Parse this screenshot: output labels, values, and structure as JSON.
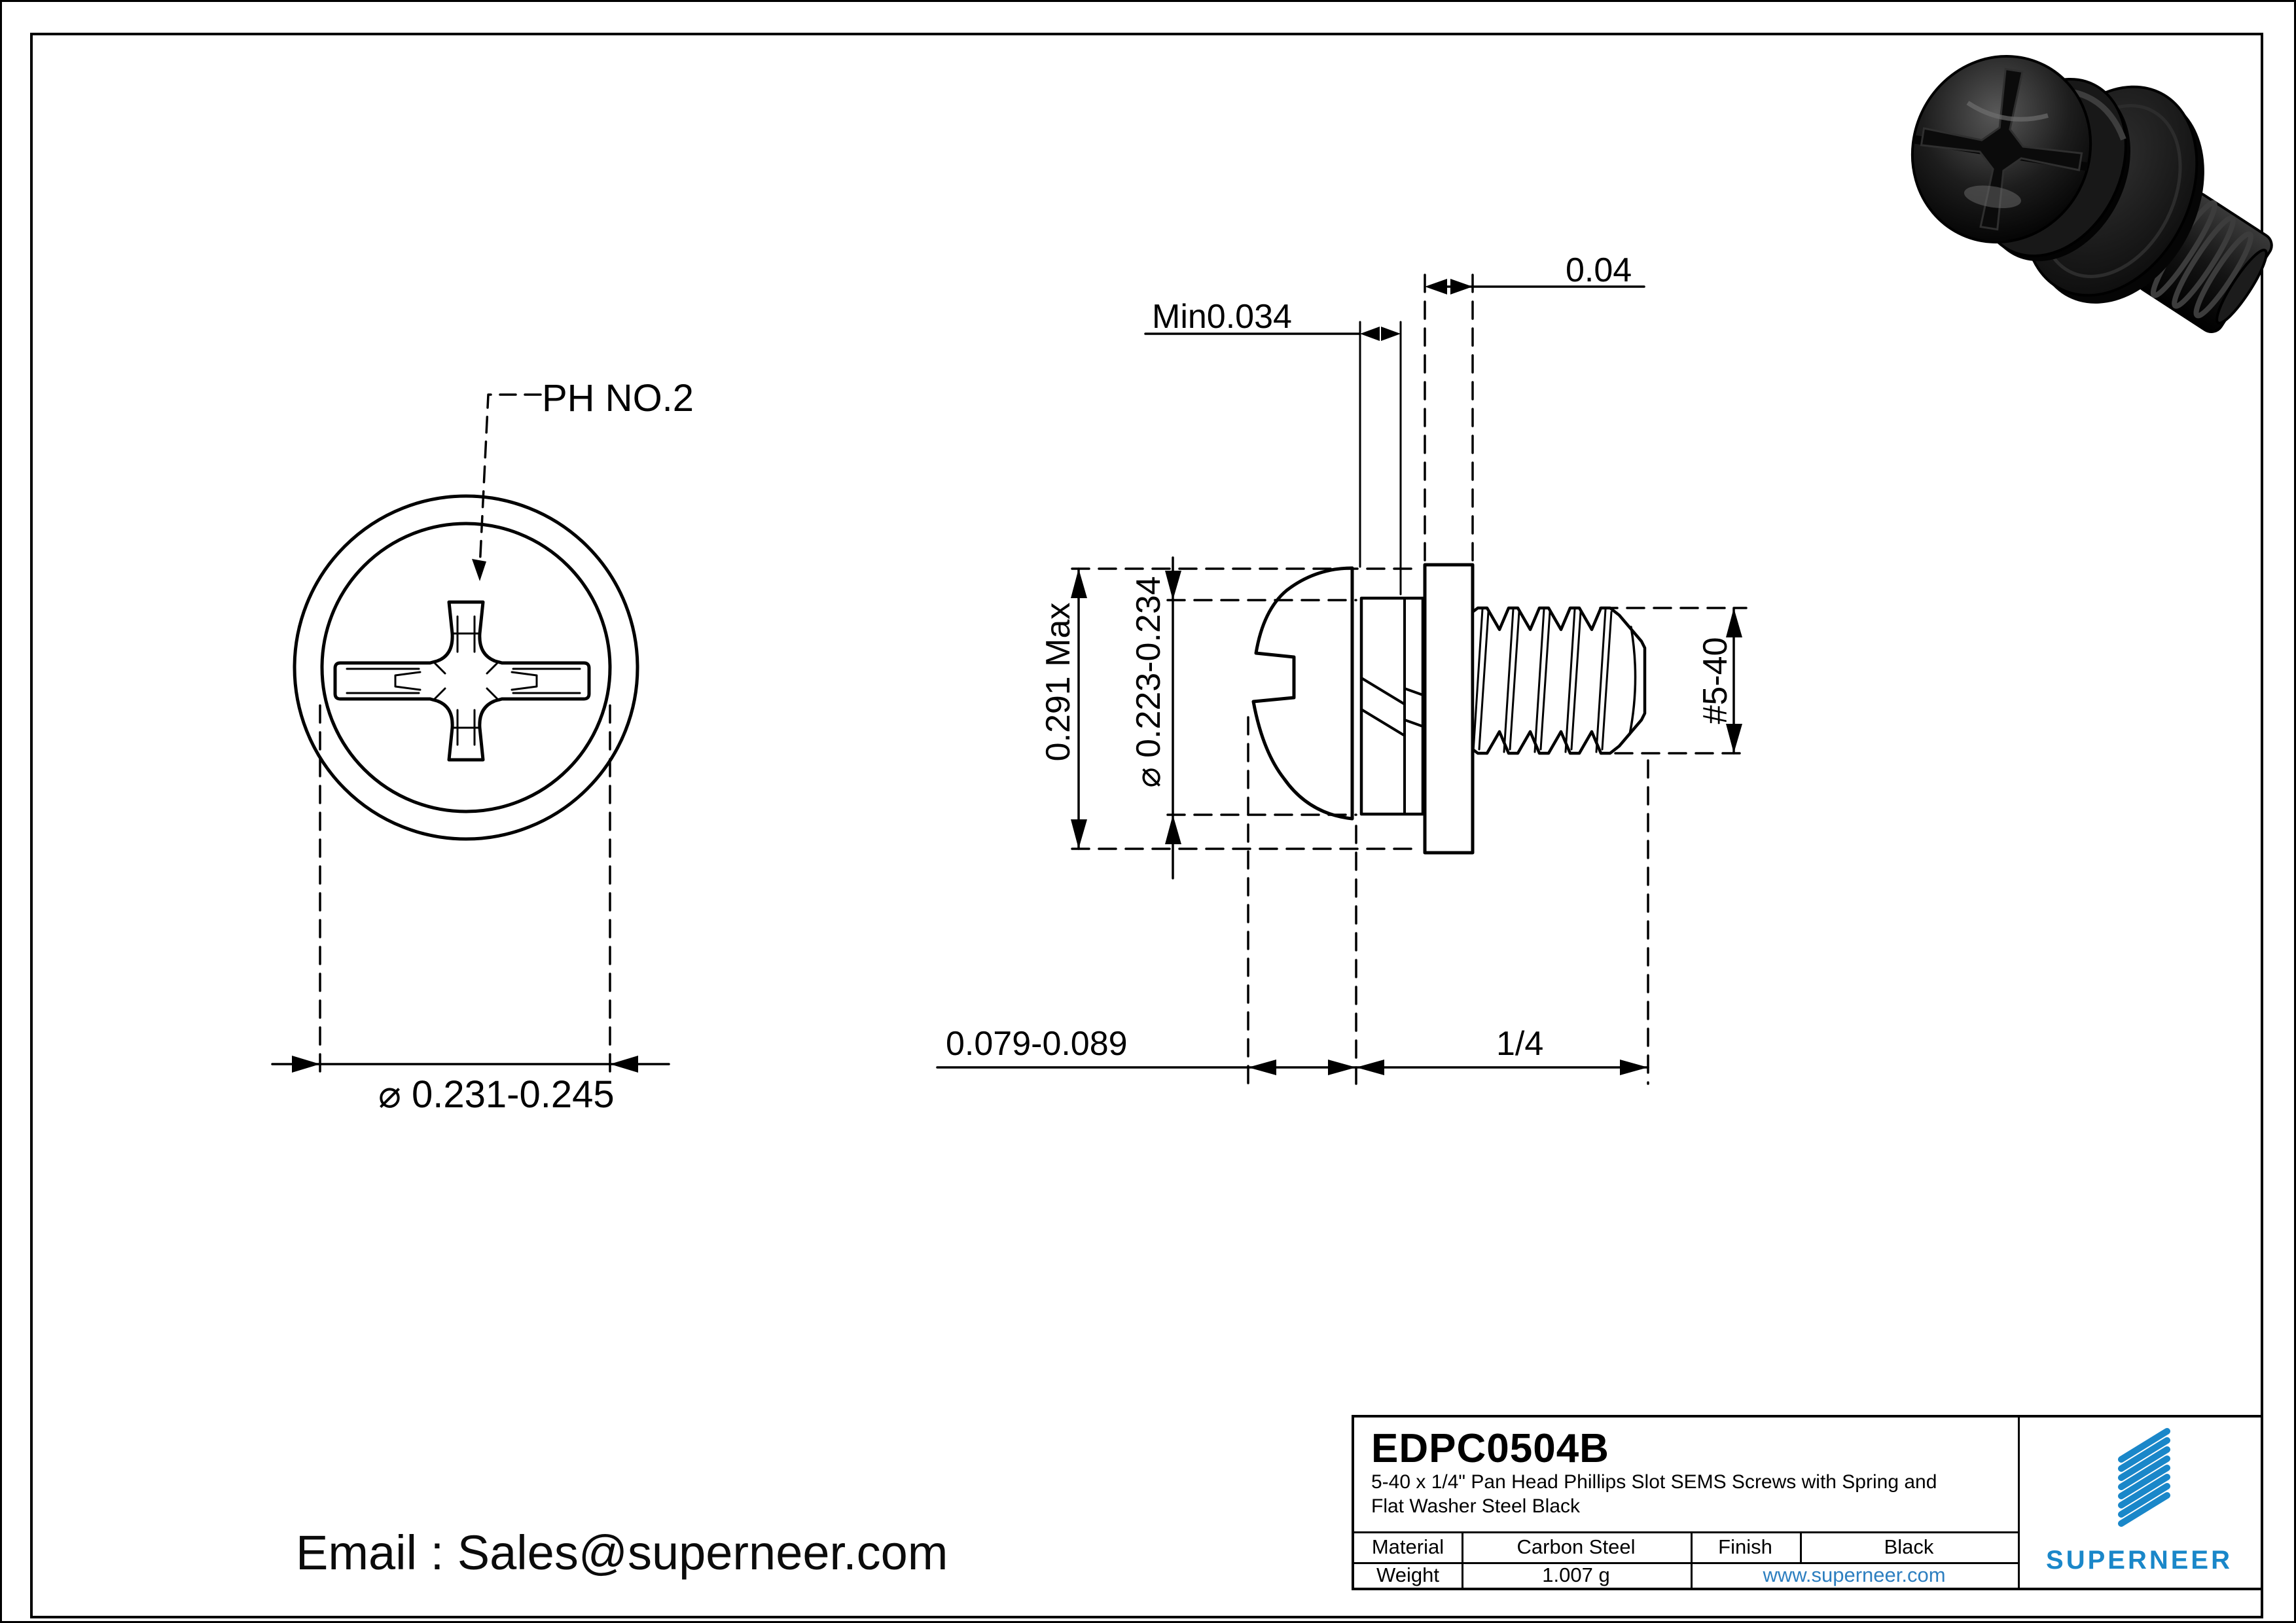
{
  "sheet": {
    "background": "#ffffff",
    "line_color": "#000000"
  },
  "front_view": {
    "drive_label": "PH NO.2",
    "head_diameter_dim": "⌀ 0.231-0.245"
  },
  "side_view": {
    "flat_washer_thickness_dim": "0.04",
    "spring_washer_min_dim": "Min0.034",
    "washer_od_dim": "0.291 Max",
    "spring_washer_od_dim": "⌀ 0.223-0.234",
    "thread_spec_dim": "#5-40",
    "head_height_dim": "0.079-0.089",
    "screw_length_dim": "1/4"
  },
  "title_block": {
    "part_number": "EDPC0504B",
    "description_line1": "5-40 x 1/4\" Pan Head Phillips Slot SEMS Screws with Spring and",
    "description_line2": "Flat Washer Steel Black",
    "material_label": "Material",
    "material_value": "Carbon Steel",
    "finish_label": "Finish",
    "finish_value": "Black",
    "weight_label": "Weight",
    "weight_value": "1.007 g",
    "website": "www.superneer.com",
    "brand": "SUPERNEER",
    "brand_color": "#1a87c9",
    "link_color": "#2d7fc0"
  },
  "footer": {
    "email": "Email : Sales@superneer.com"
  }
}
